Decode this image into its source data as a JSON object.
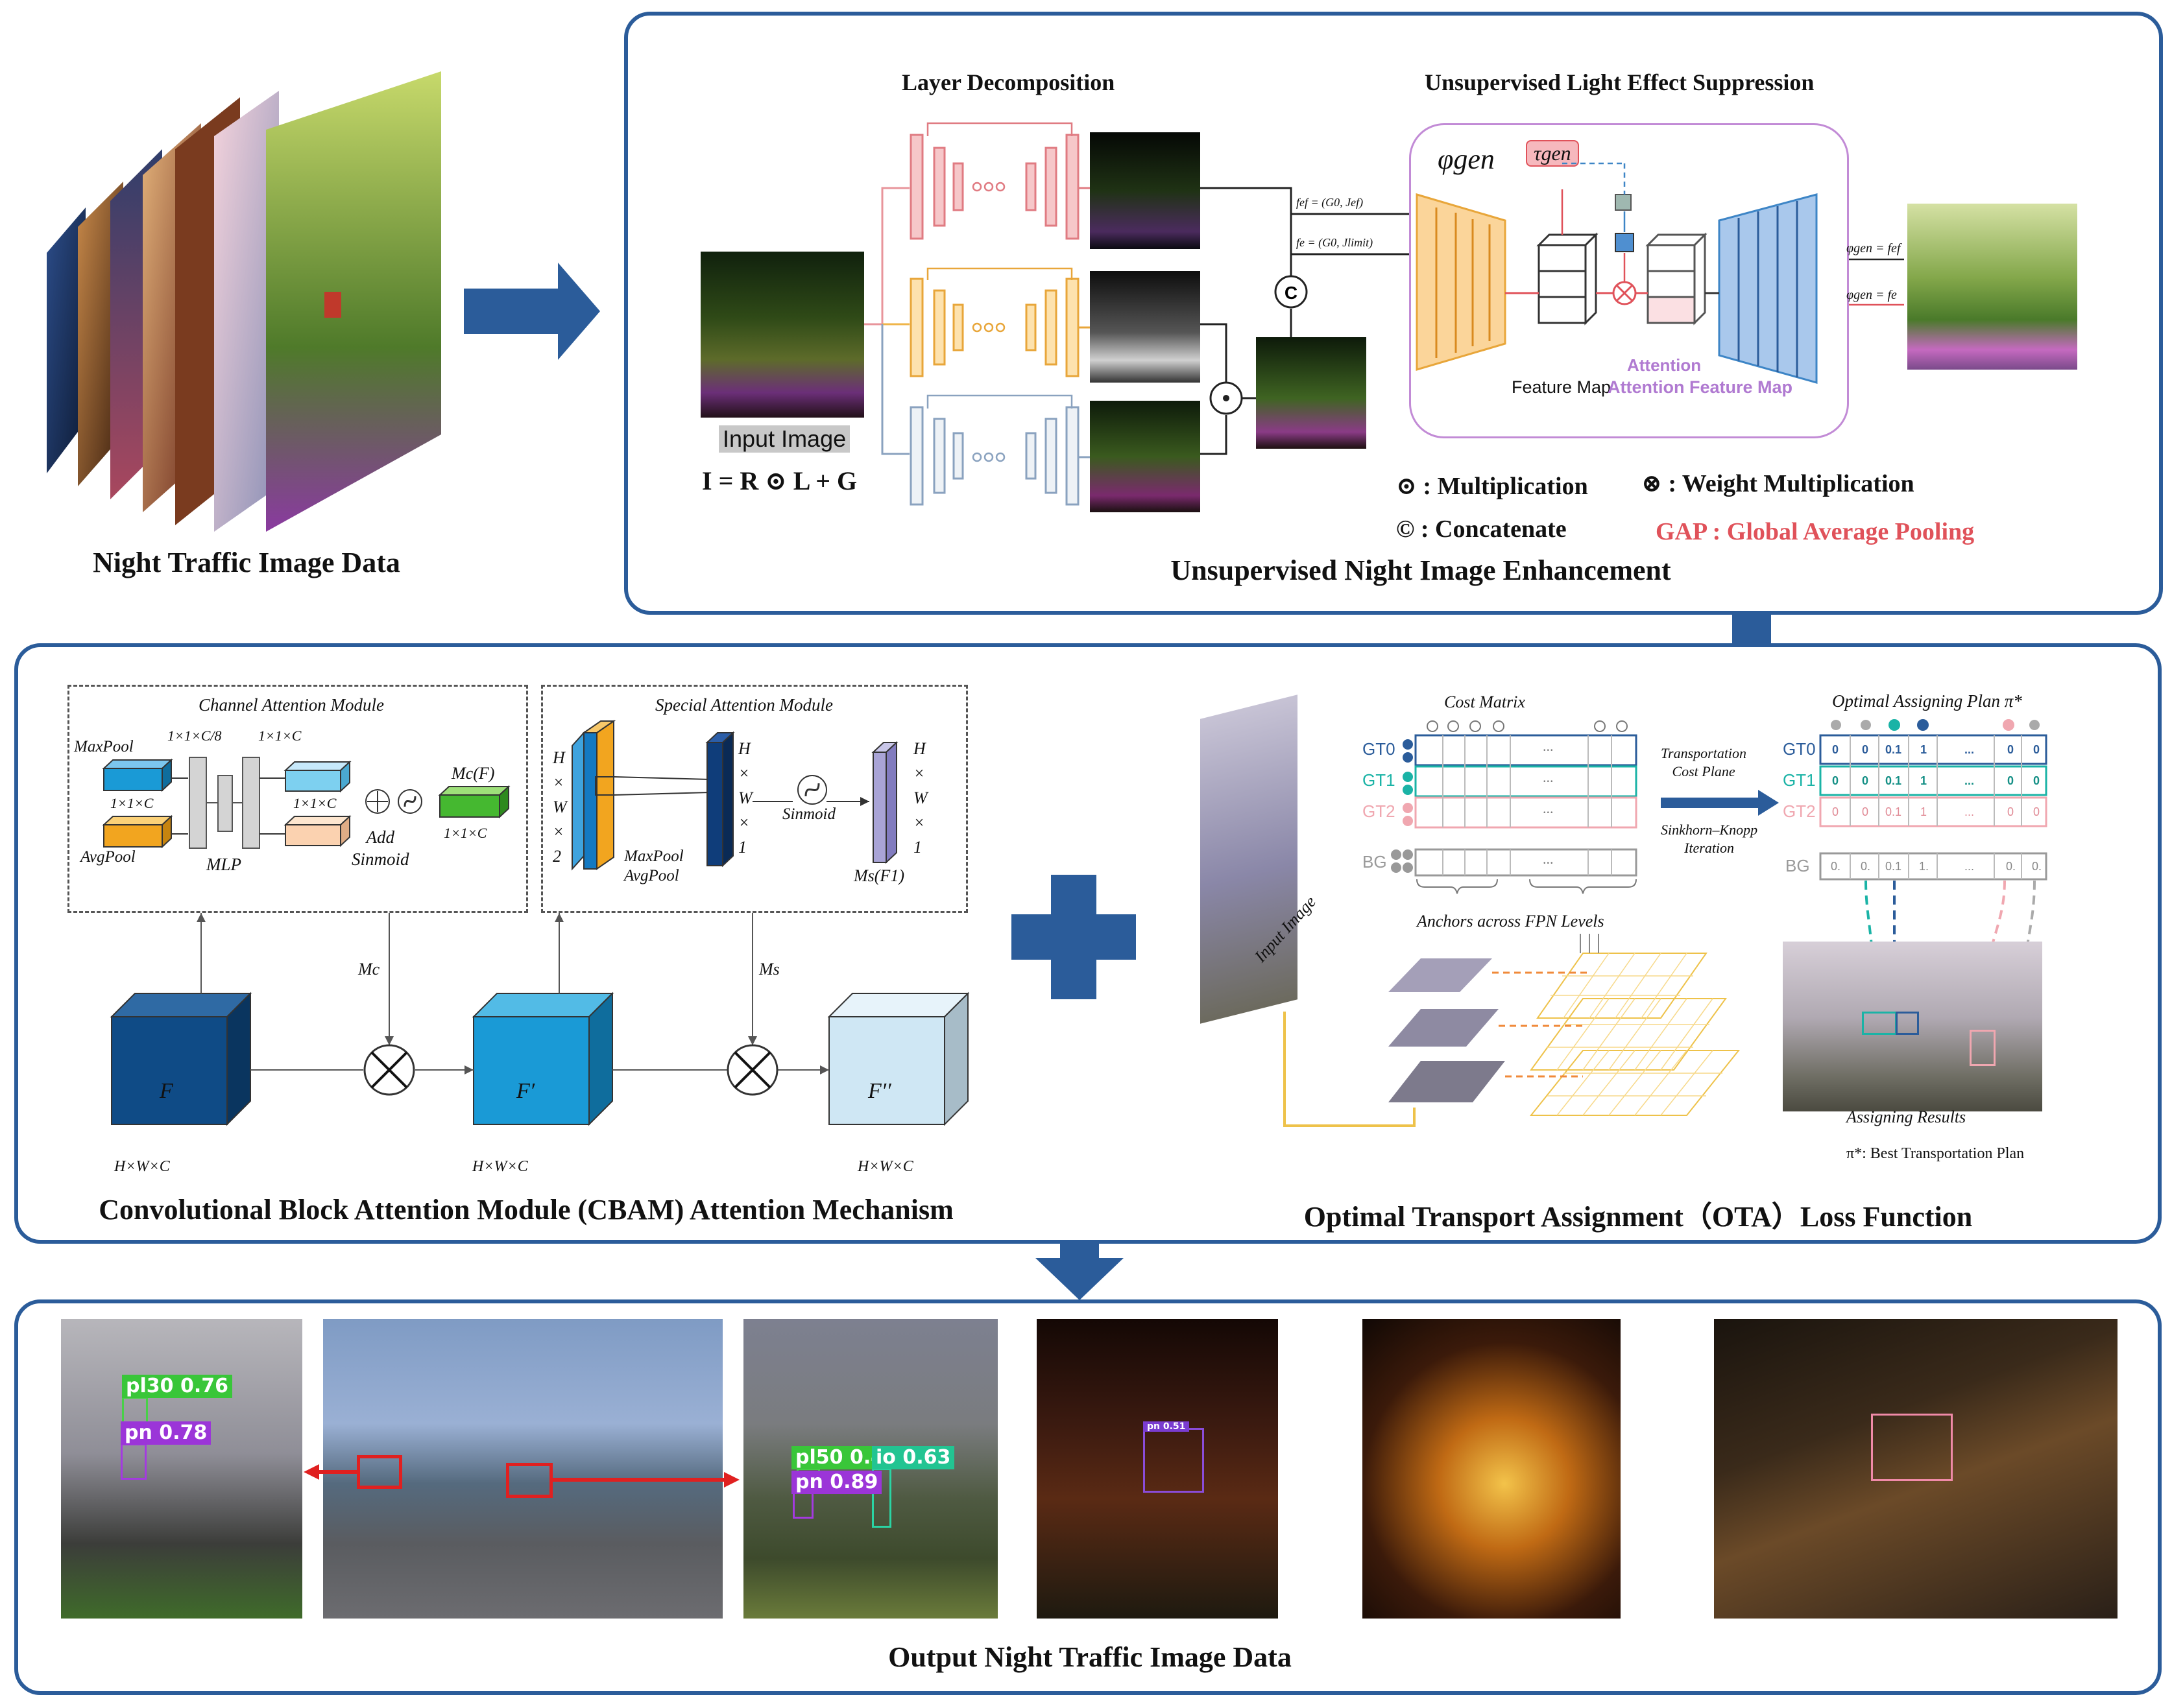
{
  "input_stack": {
    "caption": "Night Traffic Image Data"
  },
  "enhancement": {
    "caption": "Unsupervised Night Image Enhancement",
    "layer_title": "Layer Decomposition",
    "suppression_title": "Unsupervised Light Effect Suppression",
    "input_label": "Input Image",
    "equation": "I = R ⊙ L + G",
    "phi_gen": "φgen",
    "tau_gen": "τgen",
    "feature_map": "Feature Map",
    "attention_feature_map": "Attention Feature Map",
    "attention_word": "Attention",
    "f_ef": "fef = (G0, Jef)",
    "f_e": "fe = (G0, Jlimit)",
    "out_ef": "φgen = fef",
    "out_e": "φgen = fe",
    "legend": {
      "multiplication": "⊙ : Multiplication",
      "concatenate": "© : Concatenate",
      "weight_multiplication": "⊗ : Weight Multiplication",
      "gap": "GAP : Global Average Pooling"
    },
    "colors": {
      "gap_text": "#e0525a",
      "attention_text": "#b07ad1"
    }
  },
  "cbam": {
    "caption": "Convolutional Block Attention Module (CBAM) Attention Mechanism",
    "channel_title": "Channel Attention Module",
    "spatial_title": "Special Attention Module",
    "maxpool": "MaxPool",
    "avgpool": "AvgPool",
    "mlp": "MLP",
    "c8": "1×1×C/8",
    "c1": "1×1×C",
    "c1b": "1×1×C",
    "c1c": "1×1×C",
    "c1d": "1×1×C",
    "add_sinmoid": "Add\nSinmoid",
    "mc_f": "Mc(F)",
    "hwx2": "H × W × 2",
    "hwx1": "H × W × 1",
    "hwx1b": "H × W × 1",
    "maxpool_avgpool": "MaxPool\nAvgPool",
    "sinmoid": "Sinmoid",
    "ms_f1": "Ms(F1)",
    "mc": "Mc",
    "ms": "Ms",
    "f": "F",
    "f_prime": "F′",
    "f_dprime": "F′′",
    "hwc1": "H×W×C",
    "hwc2": "H×W×C",
    "hwc3": "H×W×C"
  },
  "ota": {
    "caption": "Optimal Transport Assignment（OTA）Loss Function",
    "cost_matrix": "Cost Matrix",
    "plan_title": "Optimal Assigning Plan π*",
    "gt0": "GT0",
    "gt1": "GT1",
    "gt2": "GT2",
    "bg": "BG",
    "anchors": "Anchors across FPN Levels",
    "transport_plane": "Transportation\nCost Plane",
    "sinkhorn": "Sinkhorn–Knopp\nIteration",
    "input_image": "Input Image",
    "assigning_results": "Assigning Results",
    "best_plan": "π*: Best Transportation Plan",
    "ellipsis": "...",
    "row_gt0": [
      "0",
      "0",
      "0.1",
      "1",
      "...",
      "0",
      "0"
    ],
    "row_gt1": [
      "0",
      "0",
      "0.1",
      "1",
      "...",
      "0",
      "0"
    ],
    "row_gt2": [
      "0",
      "0",
      "0.1",
      "1",
      "...",
      "0",
      "0"
    ],
    "row_bg": [
      "0.",
      "0.",
      "0.1",
      "1.",
      "...",
      "0.",
      "0."
    ],
    "colors": {
      "gt0": "#2b5c9a",
      "gt1": "#1ab3a6",
      "gt2": "#f0a7b0",
      "bg": "#888888"
    }
  },
  "output": {
    "caption": "Output Night Traffic Image Data",
    "detections": {
      "pl30": "pl30",
      "pl30_score": "0.76",
      "pn1": "pn",
      "pn1_score": "0.78",
      "pl50": "pl50",
      "pl50_score": "0.47",
      "io": "io",
      "io_score": "0.63",
      "pn2": "pn",
      "pn2_score": "0.89",
      "pn3": "pn 0.51"
    }
  }
}
